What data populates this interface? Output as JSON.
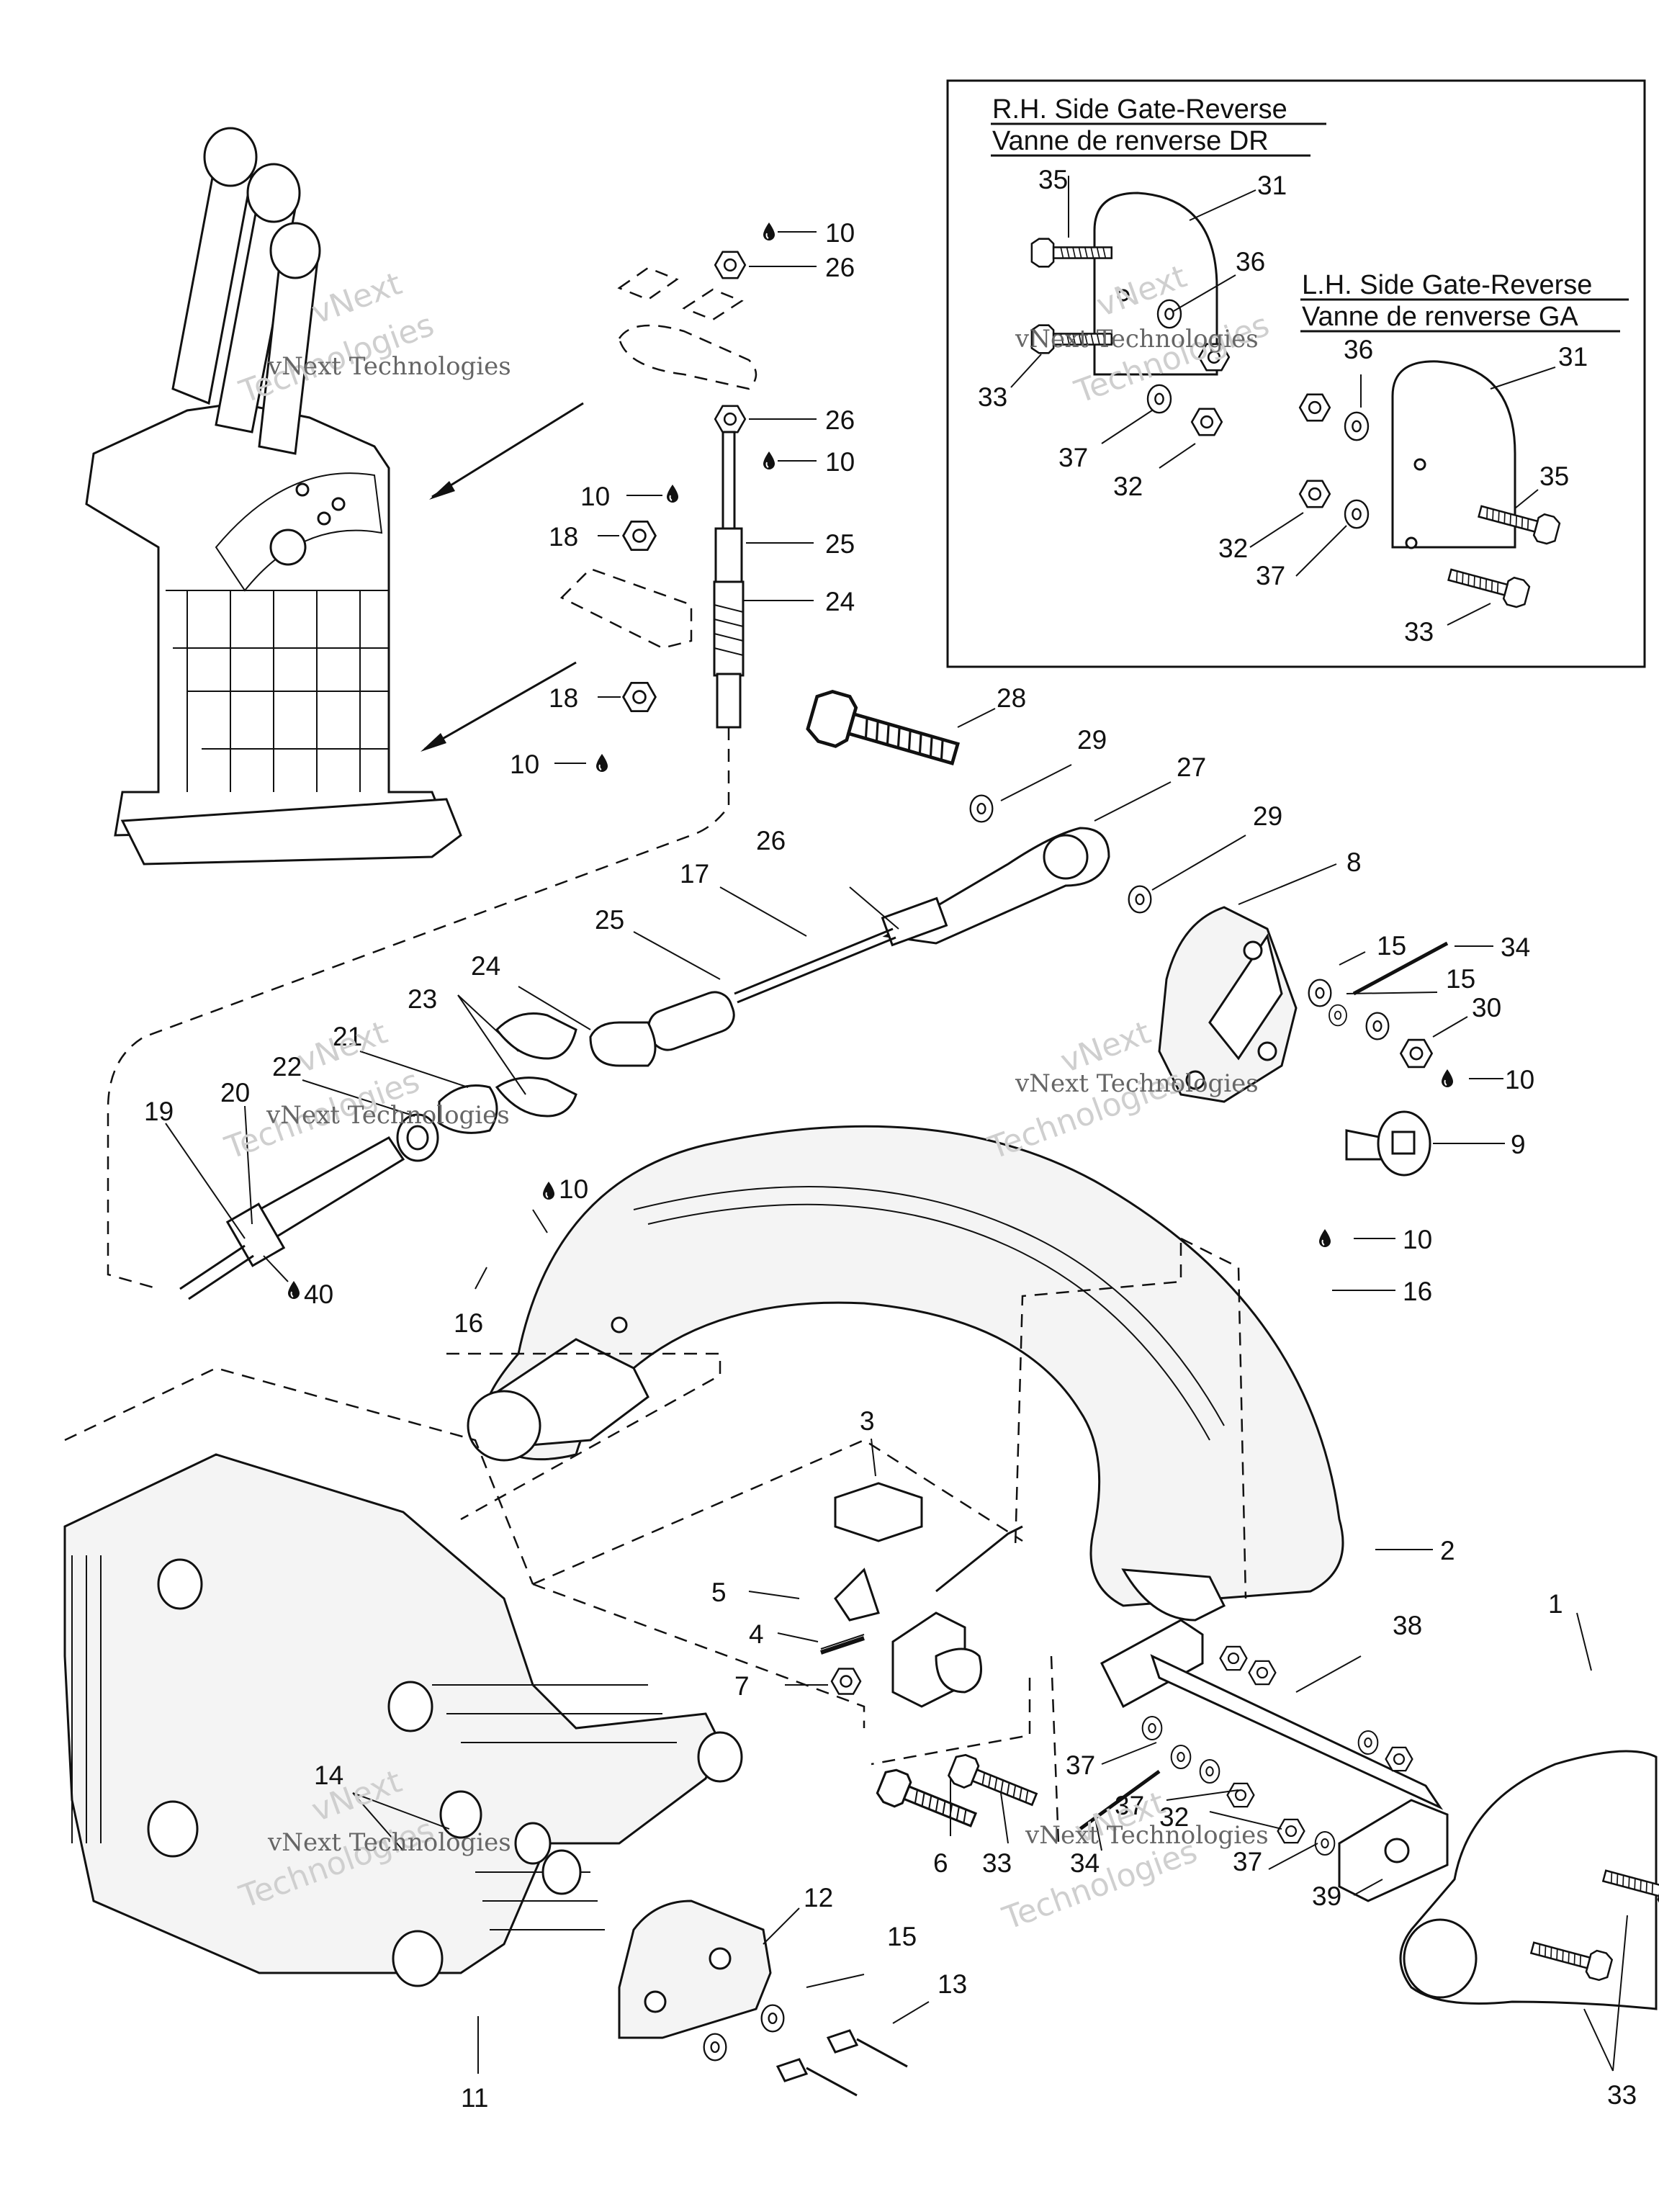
{
  "inset_rh": {
    "title_line1": "R.H. Side Gate-Reverse",
    "title_line2": "Vanne de renverse DR"
  },
  "inset_lh": {
    "title_line1": "L.H. Side Gate-Reverse",
    "title_line2": "Vanne de renverse GA"
  },
  "watermark": {
    "text": "vNext Technologies",
    "big_line1": "vNext",
    "big_line2": "Technologies"
  },
  "icons": {
    "drop": "oil-drop-icon"
  },
  "labels": {
    "l_10_a": "10",
    "l_26_a": "26",
    "l_26_b": "26",
    "l_10_b": "10",
    "l_10_c": "10",
    "l_18_a": "18",
    "l_25_a": "25",
    "l_24_a": "24",
    "l_18_b": "18",
    "l_10_d": "10",
    "rh_35": "35",
    "rh_31": "31",
    "rh_36": "36",
    "rh_33": "33",
    "rh_37": "37",
    "rh_32": "32",
    "lh_36": "36",
    "lh_31": "31",
    "lh_35": "35",
    "lh_32": "32",
    "lh_37": "37",
    "lh_33": "33",
    "l_28": "28",
    "l_29_a": "29",
    "l_27": "27",
    "l_29_b": "29",
    "l_26_c": "26",
    "l_17": "17",
    "l_8": "8",
    "l_25_b": "25",
    "l_15_a": "15",
    "l_34_a": "34",
    "l_15_b": "15",
    "l_24_b": "24",
    "l_30": "30",
    "l_23": "23",
    "l_21": "21",
    "l_22": "22",
    "l_20": "20",
    "l_19": "19",
    "l_10_e": "10",
    "l_9": "9",
    "l_10_f": "10",
    "l_10_g": "10",
    "l_16_a": "16",
    "l_40": "40",
    "l_16_b": "16",
    "l_3": "3",
    "l_2": "2",
    "l_5": "5",
    "l_4": "4",
    "l_7": "7",
    "l_38": "38",
    "l_1": "1",
    "l_37_a": "37",
    "l_37_b": "37",
    "l_32": "32",
    "l_14": "14",
    "l_6": "6",
    "l_33_a": "33",
    "l_34_b": "34",
    "l_37_c": "37",
    "l_39": "39",
    "l_12": "12",
    "l_15_c": "15",
    "l_13": "13",
    "l_11": "11",
    "l_33_b": "33"
  }
}
